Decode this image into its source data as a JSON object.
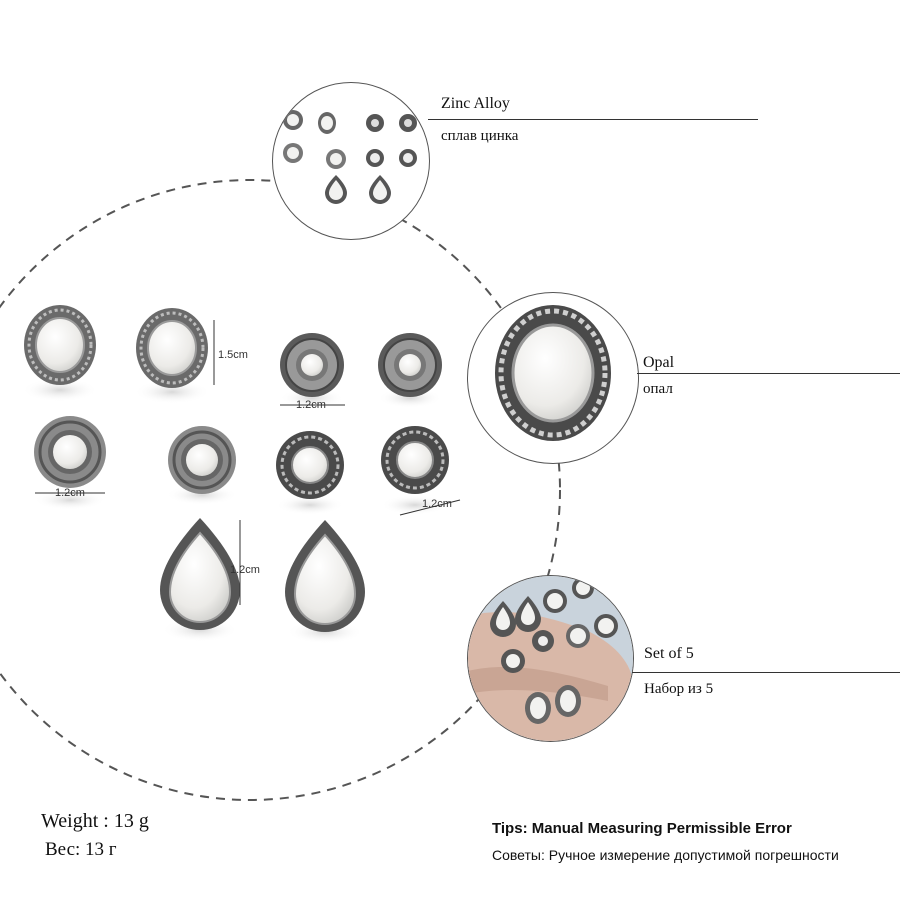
{
  "callouts": {
    "material_en": "Zinc Alloy",
    "material_ru": "сплав цинка",
    "stone_en": "Opal",
    "stone_ru": "опал",
    "set_en": "Set of 5",
    "set_ru": "Набор из 5"
  },
  "dimensions": {
    "d1": "1.5cm",
    "d2": "1.2cm",
    "d3": "1.2cm",
    "d4": "1.2cm",
    "d5": "1.2cm"
  },
  "weight": {
    "en": "Weight : 13 g",
    "ru": "Вес: 13 г"
  },
  "tips": {
    "en": "Tips: Manual Measuring Permissible Error",
    "ru": "Советы: Ручное измерение допустимой погрешности"
  },
  "colors": {
    "silver": "#8a8a8a",
    "silver_dark": "#4a4a4a",
    "opal": "#f2f2f0",
    "skin": "#d9b8a8"
  }
}
